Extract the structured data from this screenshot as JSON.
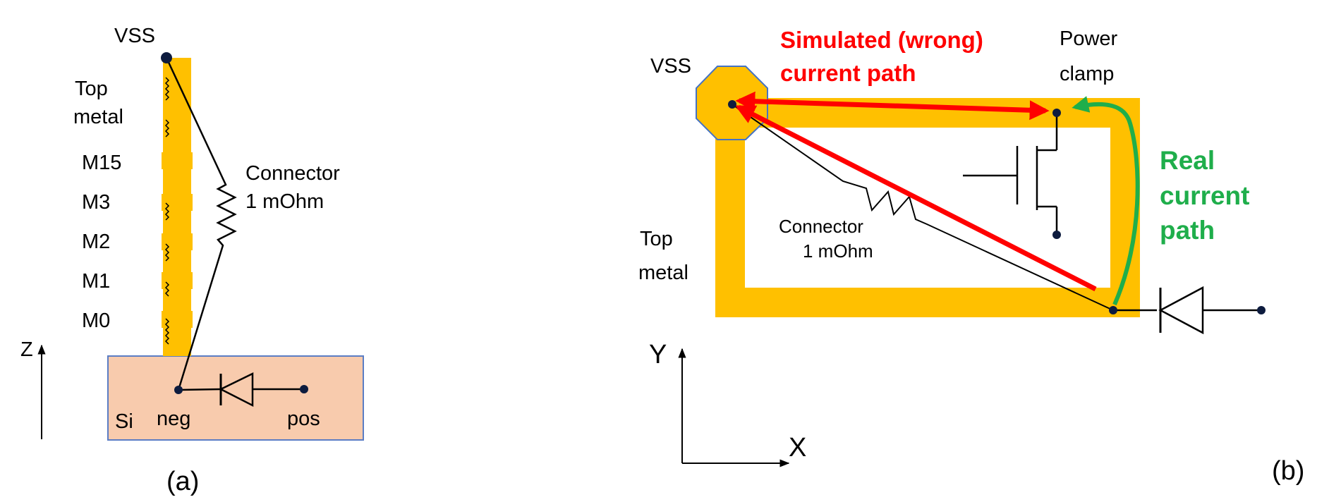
{
  "panel_a": {
    "vss": "VSS",
    "top_metal_line1": "Top",
    "top_metal_line2": "metal",
    "layers": [
      "M15",
      "M3",
      "M2",
      "M1",
      "M0"
    ],
    "connector_line1": "Connector",
    "connector_line2": "1 mOhm",
    "axis_z": "Z",
    "si": "Si",
    "neg": "neg",
    "pos": "pos",
    "caption": "(a)"
  },
  "panel_b": {
    "vss": "VSS",
    "simulated_line1": "Simulated (wrong)",
    "simulated_line2": "current path",
    "power_clamp_line1": "Power",
    "power_clamp_line2": "clamp",
    "real_line1": "Real",
    "real_line2": "current",
    "real_line3": "path",
    "top_metal_line1": "Top",
    "top_metal_line2": "metal",
    "connector_line1": "Connector",
    "connector_line2": "1 mOhm",
    "axis_y": "Y",
    "axis_x": "X",
    "caption": "(b)"
  },
  "colors": {
    "metal": "#ffc000",
    "silicon": "#f8cbad",
    "silicon_border": "#5b7dc4",
    "vss_pad": "#ffc000",
    "vss_pad_border": "#4472c4",
    "simulated": "#ff0000",
    "real": "#1fae4b",
    "node": "#0d1b3e"
  }
}
